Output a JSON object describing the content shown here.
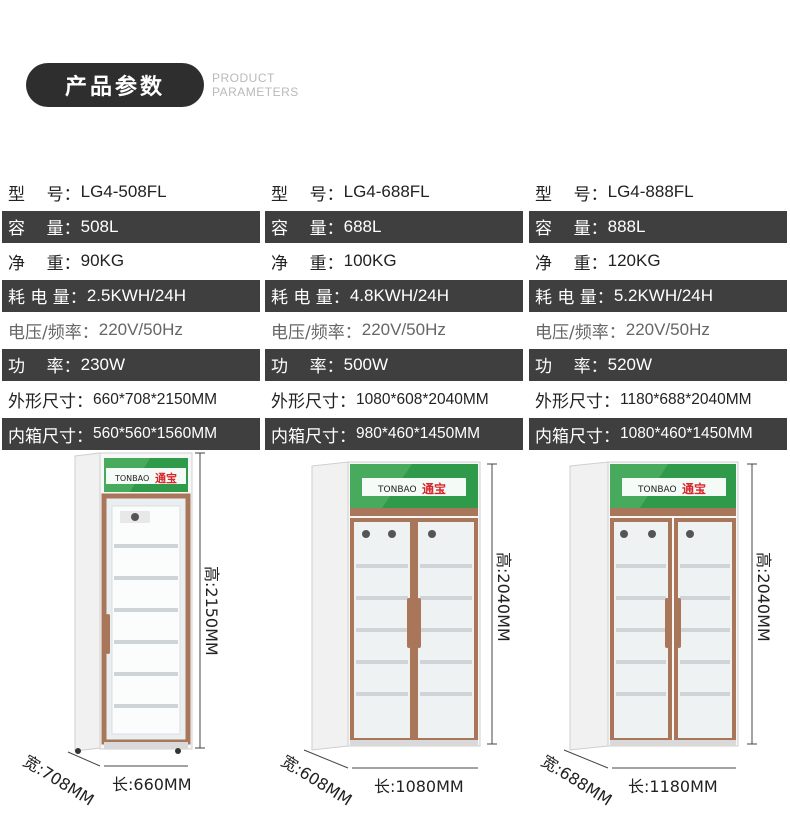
{
  "header": {
    "title": "产品参数",
    "subtitle_line1": "PRODUCT",
    "subtitle_line2": "PARAMETERS"
  },
  "specs": [
    {
      "rows": [
        {
          "label": "型    号：",
          "value": "LG4-508FL",
          "style": "light"
        },
        {
          "label": "容    量：",
          "value": "508L",
          "style": "dark"
        },
        {
          "label": "净    重：",
          "value": "90KG",
          "style": "light"
        },
        {
          "label": "耗 电 量：",
          "value": "2.5KWH/24H",
          "style": "dark"
        },
        {
          "label": "电压/频率：",
          "value": "220V/50Hz",
          "style": "light thin"
        },
        {
          "label": "功    率：",
          "value": "230W",
          "style": "dark"
        },
        {
          "label": "外形尺寸：",
          "value": "660*708*2150MM",
          "style": "light small"
        },
        {
          "label": "内箱尺寸：",
          "value": "560*560*1560MM",
          "style": "dark small"
        }
      ]
    },
    {
      "rows": [
        {
          "label": "型    号：",
          "value": "LG4-688FL",
          "style": "light"
        },
        {
          "label": "容    量：",
          "value": "688L",
          "style": "dark"
        },
        {
          "label": "净    重：",
          "value": "100KG",
          "style": "light"
        },
        {
          "label": "耗 电 量：",
          "value": "4.8KWH/24H",
          "style": "dark"
        },
        {
          "label": "电压/频率：",
          "value": "220V/50Hz",
          "style": "light thin"
        },
        {
          "label": "功    率：",
          "value": "500W",
          "style": "dark"
        },
        {
          "label": "外形尺寸：",
          "value": "1080*608*2040MM",
          "style": "light small"
        },
        {
          "label": "内箱尺寸：",
          "value": "980*460*1450MM",
          "style": "dark small"
        }
      ]
    },
    {
      "rows": [
        {
          "label": "型    号：",
          "value": "LG4-888FL",
          "style": "light"
        },
        {
          "label": "容    量：",
          "value": "888L",
          "style": "dark"
        },
        {
          "label": "净    重：",
          "value": "120KG",
          "style": "light"
        },
        {
          "label": "耗 电 量：",
          "value": "5.2KWH/24H",
          "style": "dark"
        },
        {
          "label": "电压/频率：",
          "value": "220V/50Hz",
          "style": "light thin"
        },
        {
          "label": "功    率：",
          "value": "520W",
          "style": "dark"
        },
        {
          "label": "外形尺寸：",
          "value": "1180*688*2040MM",
          "style": "light small"
        },
        {
          "label": "内箱尺寸：",
          "value": "1080*460*1450MM",
          "style": "dark small"
        }
      ]
    }
  ],
  "fridges": [
    {
      "brand_en": "TONBAO",
      "brand_cn": "通宝",
      "height_label": "高:2150MM",
      "length_label": "长:660MM",
      "width_label": "宽:708MM",
      "doors": 1
    },
    {
      "brand_en": "TONBAO",
      "brand_cn": "通宝",
      "height_label": "高:2040MM",
      "length_label": "长:1080MM",
      "width_label": "宽:608MM",
      "doors": 2
    },
    {
      "brand_en": "TONBAO",
      "brand_cn": "通宝",
      "height_label": "高:2040MM",
      "length_label": "长:1180MM",
      "width_label": "宽:688MM",
      "doors": 2
    }
  ],
  "colors": {
    "dark_row": "#3f3f3f",
    "header_pill": "#2e2e2e",
    "frame_bronze": "#a9765a",
    "sign_green": "#2f9a4a",
    "brand_red": "#d8262c"
  }
}
